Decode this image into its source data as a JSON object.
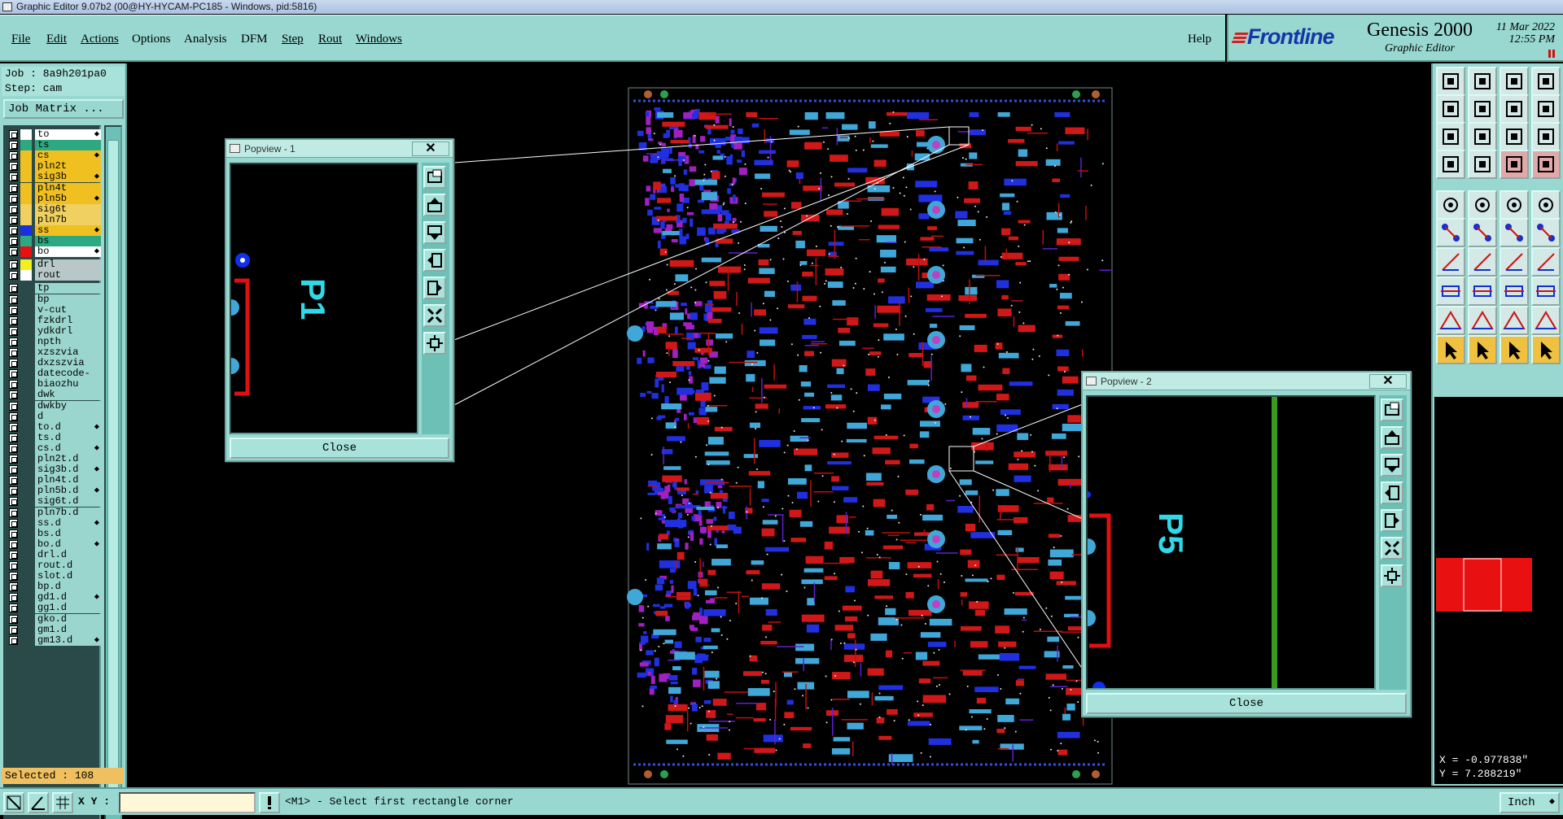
{
  "window": {
    "title": "Graphic Editor 9.07b2 (00@HY-HYCAM-PC185 - Windows, pid:5816)"
  },
  "menu": {
    "items": [
      "File",
      "Edit",
      "Actions",
      "Options",
      "Analysis",
      "DFM",
      "Step",
      "Rout",
      "Windows"
    ],
    "help": "Help"
  },
  "banner": {
    "logo": "Frontline",
    "product": "Genesis 2000",
    "subtitle": "Graphic Editor",
    "date": "11 Mar 2022",
    "time": "12:55 PM"
  },
  "job": {
    "job_line": "Job : 8a9h201pa0",
    "step_line": "Step: cam",
    "matrix_button": "Job Matrix ..."
  },
  "layers": [
    {
      "name": "to",
      "style": "wh",
      "color": "#ffffff",
      "diamond": true
    },
    {
      "name": "ts",
      "style": "gr",
      "color": "#2ea880",
      "diamond": false
    },
    {
      "name": "cs",
      "style": "yl",
      "color": "#f0c020",
      "diamond": true
    },
    {
      "name": "pln2t",
      "style": "yl",
      "color": "#f0c020",
      "diamond": false
    },
    {
      "name": "sig3b",
      "style": "yl",
      "color": "#f0c020",
      "diamond": true
    },
    {
      "name": "pln4t",
      "style": "yl",
      "color": "#f0c020",
      "diamond": false
    },
    {
      "name": "pln5b",
      "style": "yl",
      "color": "#f0c020",
      "diamond": true
    },
    {
      "name": "sig6t",
      "style": "yl2",
      "color": "#f0d060",
      "diamond": false
    },
    {
      "name": "pln7b",
      "style": "yl2",
      "color": "#f0d060",
      "diamond": false
    },
    {
      "name": "ss",
      "style": "yl",
      "color": "#1a30e0",
      "diamond": true
    },
    {
      "name": "bs",
      "style": "gr",
      "color": "#2ea880",
      "diamond": false
    },
    {
      "name": "bo",
      "style": "wh",
      "color": "#e81010",
      "diamond": true
    },
    {
      "name": "drl",
      "style": "gy",
      "color": "#f0f020",
      "diamond": false
    },
    {
      "name": "rout",
      "style": "gy",
      "color": "#ffffff",
      "diamond": false
    },
    {
      "name": "tp",
      "style": "",
      "color": "",
      "diamond": false
    },
    {
      "name": "bp",
      "style": "",
      "color": "",
      "diamond": false
    },
    {
      "name": "v-cut",
      "style": "",
      "color": "",
      "diamond": false
    },
    {
      "name": "fzkdrl",
      "style": "",
      "color": "",
      "diamond": false
    },
    {
      "name": "ydkdrl",
      "style": "",
      "color": "",
      "diamond": false
    },
    {
      "name": "npth",
      "style": "",
      "color": "",
      "diamond": false
    },
    {
      "name": "xzszvia",
      "style": "",
      "color": "",
      "diamond": false
    },
    {
      "name": "dxzszvia",
      "style": "",
      "color": "",
      "diamond": false
    },
    {
      "name": "datecode-bo",
      "style": "",
      "color": "",
      "diamond": false
    },
    {
      "name": "biaozhu",
      "style": "",
      "color": "",
      "diamond": false
    },
    {
      "name": "dwk",
      "style": "",
      "color": "",
      "diamond": false
    },
    {
      "name": "dwkby",
      "style": "",
      "color": "",
      "diamond": false
    },
    {
      "name": "d",
      "style": "",
      "color": "",
      "diamond": false
    },
    {
      "name": "to.d",
      "style": "",
      "color": "",
      "diamond": true
    },
    {
      "name": "ts.d",
      "style": "",
      "color": "",
      "diamond": false
    },
    {
      "name": "cs.d",
      "style": "",
      "color": "",
      "diamond": true
    },
    {
      "name": "pln2t.d",
      "style": "",
      "color": "",
      "diamond": false
    },
    {
      "name": "sig3b.d",
      "style": "",
      "color": "",
      "diamond": true
    },
    {
      "name": "pln4t.d",
      "style": "",
      "color": "",
      "diamond": false
    },
    {
      "name": "pln5b.d",
      "style": "",
      "color": "",
      "diamond": true
    },
    {
      "name": "sig6t.d",
      "style": "",
      "color": "",
      "diamond": false
    },
    {
      "name": "pln7b.d",
      "style": "",
      "color": "",
      "diamond": false
    },
    {
      "name": "ss.d",
      "style": "",
      "color": "",
      "diamond": true
    },
    {
      "name": "bs.d",
      "style": "",
      "color": "",
      "diamond": false
    },
    {
      "name": "bo.d",
      "style": "",
      "color": "",
      "diamond": true
    },
    {
      "name": "drl.d",
      "style": "",
      "color": "",
      "diamond": false
    },
    {
      "name": "rout.d",
      "style": "",
      "color": "",
      "diamond": false
    },
    {
      "name": "slot.d",
      "style": "",
      "color": "",
      "diamond": false
    },
    {
      "name": "bp.d",
      "style": "",
      "color": "",
      "diamond": false
    },
    {
      "name": "gd1.d",
      "style": "",
      "color": "",
      "diamond": true
    },
    {
      "name": "gg1.d",
      "style": "",
      "color": "",
      "diamond": false
    },
    {
      "name": "gko.d",
      "style": "",
      "color": "",
      "diamond": false
    },
    {
      "name": "gm1.d",
      "style": "",
      "color": "",
      "diamond": false
    },
    {
      "name": "gm13.d",
      "style": "",
      "color": "",
      "diamond": true
    }
  ],
  "selected": "Selected : 108",
  "popview1": {
    "title": "Popview - 1",
    "close_x": "✕",
    "label": "P1",
    "close": "Close"
  },
  "popview2": {
    "title": "Popview - 2",
    "close_x": "✕",
    "label": "P5",
    "close": "Close"
  },
  "coords": {
    "x": "X = -0.977838\"",
    "y": "Y = 7.288219\""
  },
  "bottom": {
    "xy_label": "X Y :",
    "xy_value": "",
    "prompt": "<M1> - Select first rectangle corner",
    "units": "Inch"
  },
  "colors": {
    "panel": "#98d8d0",
    "trace_red": "#d01818",
    "pad_blue": "#2030e0",
    "pad_cyan": "#40a8d8",
    "active": "#f0c040"
  }
}
